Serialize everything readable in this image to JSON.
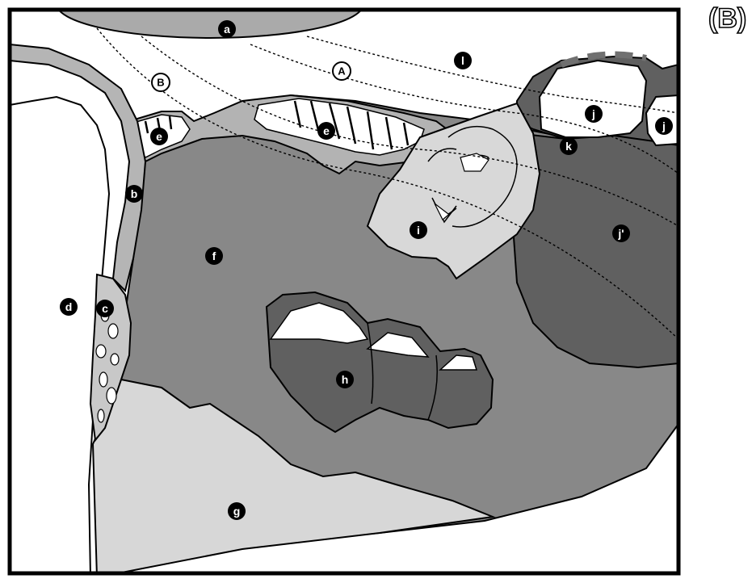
{
  "panel_label": "(B)",
  "labels": {
    "a": "a",
    "A": "A",
    "B": "B",
    "l": "l",
    "b": "b",
    "c": "c",
    "d": "d",
    "e1": "e",
    "e2": "e",
    "f": "f",
    "g": "g",
    "h": "h",
    "i": "i",
    "j1": "j",
    "j2": "j",
    "k": "k",
    "jprime": "j'"
  },
  "colors": {
    "frame": "#000000",
    "dark": "#5f5f5f",
    "mid": "#8a8a8a",
    "light": "#d8d8d8",
    "lighter": "#b5b5b5",
    "white": "#ffffff"
  }
}
